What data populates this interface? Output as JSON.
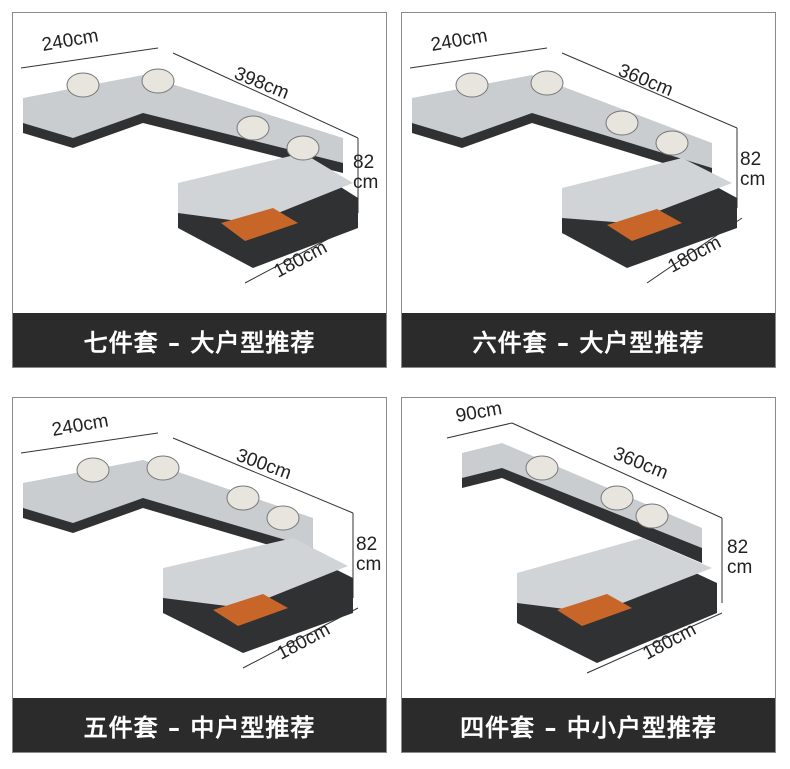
{
  "panels": [
    {
      "caption": "七件套 – 大户型推荐",
      "dims": {
        "left_width": "240cm",
        "main_length": "398cm",
        "height_top": "82",
        "height_unit": "cm",
        "chaise_depth": "180cm"
      }
    },
    {
      "caption": "六件套 – 大户型推荐",
      "dims": {
        "left_width": "240cm",
        "main_length": "360cm",
        "height_top": "82",
        "height_unit": "cm",
        "chaise_depth": "180cm"
      }
    },
    {
      "caption": "五件套 – 中户型推荐",
      "dims": {
        "left_width": "240cm",
        "main_length": "300cm",
        "height_top": "82",
        "height_unit": "cm",
        "chaise_depth": "180cm"
      }
    },
    {
      "caption": "四件套 – 中小户型推荐",
      "dims": {
        "left_width": "90cm",
        "main_length": "360cm",
        "height_top": "82",
        "height_unit": "cm",
        "chaise_depth": "180cm"
      }
    }
  ],
  "colors": {
    "fabric": "#c9cdd0",
    "frame": "#2f3133",
    "wood": "#c8662a",
    "caption_bg": "#2b2b2b"
  }
}
